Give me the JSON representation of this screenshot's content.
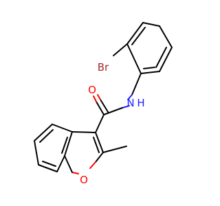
{
  "molecule": {
    "atoms": {
      "bromine": "Br",
      "nitrogen": "N",
      "hydrogen": "H",
      "carbonyl_oxygen": "O",
      "furan_oxygen": "O"
    },
    "colors": {
      "carbon_bond": "#000000",
      "bromine": "#a52a2a",
      "nitrogen": "#2020ff",
      "oxygen": "#ff0000",
      "background": "#ffffff"
    }
  }
}
